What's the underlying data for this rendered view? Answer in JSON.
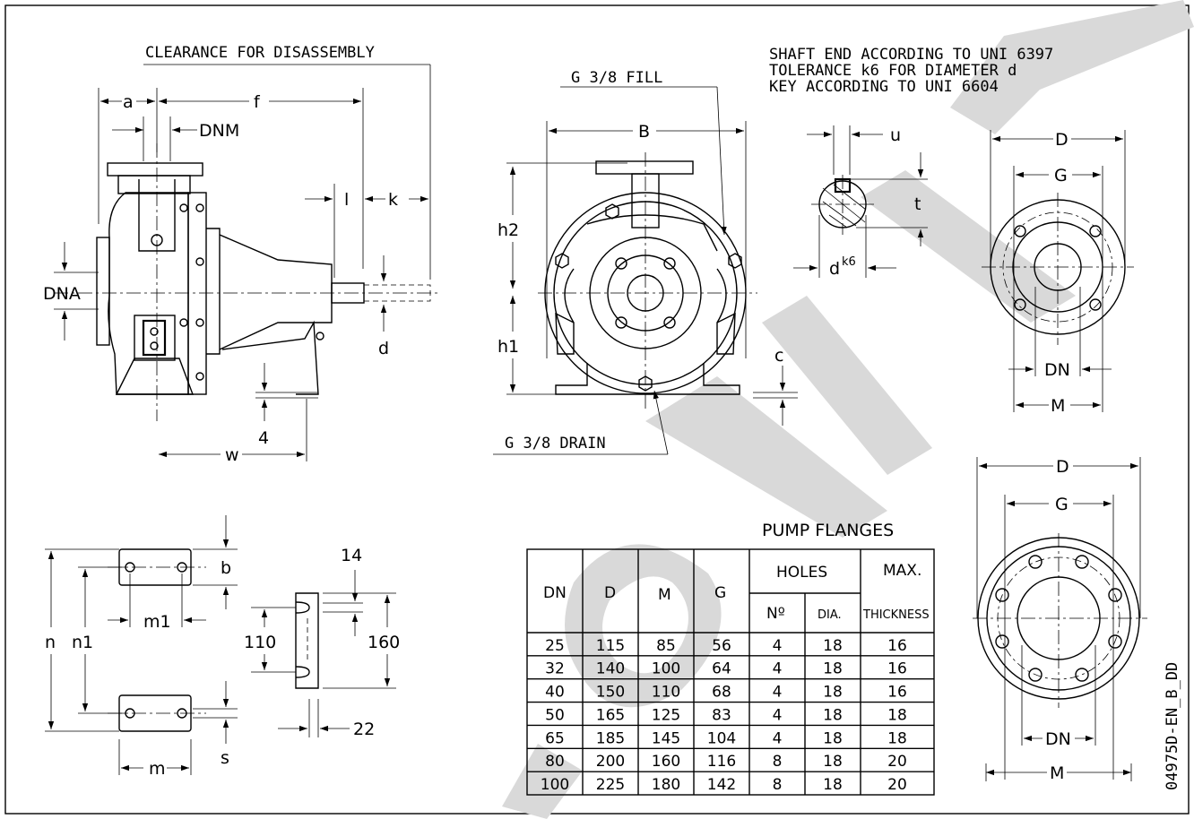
{
  "labels": {
    "clearance": "CLEARANCE FOR DISASSEMBLY",
    "a": "a",
    "f": "f",
    "dnm": "DNM",
    "l": "l",
    "k": "k",
    "dna": "DNA",
    "d": "d",
    "four": "4",
    "w": "w",
    "fill": "G 3/8 FILL",
    "drain": "G 3/8 DRAIN",
    "B": "B",
    "h2": "h2",
    "h1": "h1",
    "c": "c",
    "shaft_line1": "SHAFT END ACCORDING TO UNI 6397",
    "shaft_line2": "TOLERANCE k6 FOR DIAMETER d",
    "shaft_line3": "KEY ACCORDING TO UNI 6604",
    "u": "u",
    "t": "t",
    "dk": "d",
    "k6": "k6",
    "flange_top": {
      "D": "D",
      "G": "G",
      "DN": "DN",
      "M": "M"
    },
    "flange_bot": {
      "D": "D",
      "G": "G",
      "DN": "DN",
      "M": "M"
    },
    "feet": {
      "b": "b",
      "m1": "m1",
      "n": "n",
      "n1": "n1",
      "m": "m",
      "s": "s"
    },
    "bracket": {
      "d14": "14",
      "d110": "110",
      "d160": "160",
      "d22": "22"
    },
    "drawing_code": "04975D-EN_B_DD",
    "watermark": "SOVIALA"
  },
  "table": {
    "title": "PUMP FLANGES",
    "headers": {
      "dn": "DN",
      "d": "D",
      "m": "M",
      "g": "G",
      "holes": "HOLES",
      "no": "Nº",
      "dia": "DIA.",
      "max": "MAX.",
      "thickness": "THICKNESS"
    },
    "rows": [
      [
        "25",
        "115",
        "85",
        "56",
        "4",
        "18",
        "16"
      ],
      [
        "32",
        "140",
        "100",
        "64",
        "4",
        "18",
        "16"
      ],
      [
        "40",
        "150",
        "110",
        "68",
        "4",
        "18",
        "16"
      ],
      [
        "50",
        "165",
        "125",
        "83",
        "4",
        "18",
        "18"
      ],
      [
        "65",
        "185",
        "145",
        "104",
        "4",
        "18",
        "18"
      ],
      [
        "80",
        "200",
        "160",
        "116",
        "8",
        "18",
        "20"
      ],
      [
        "100",
        "225",
        "180",
        "142",
        "8",
        "18",
        "20"
      ]
    ]
  },
  "colors": {
    "line": "#000000",
    "watermark": "#d9d9d9",
    "background": "#ffffff"
  }
}
